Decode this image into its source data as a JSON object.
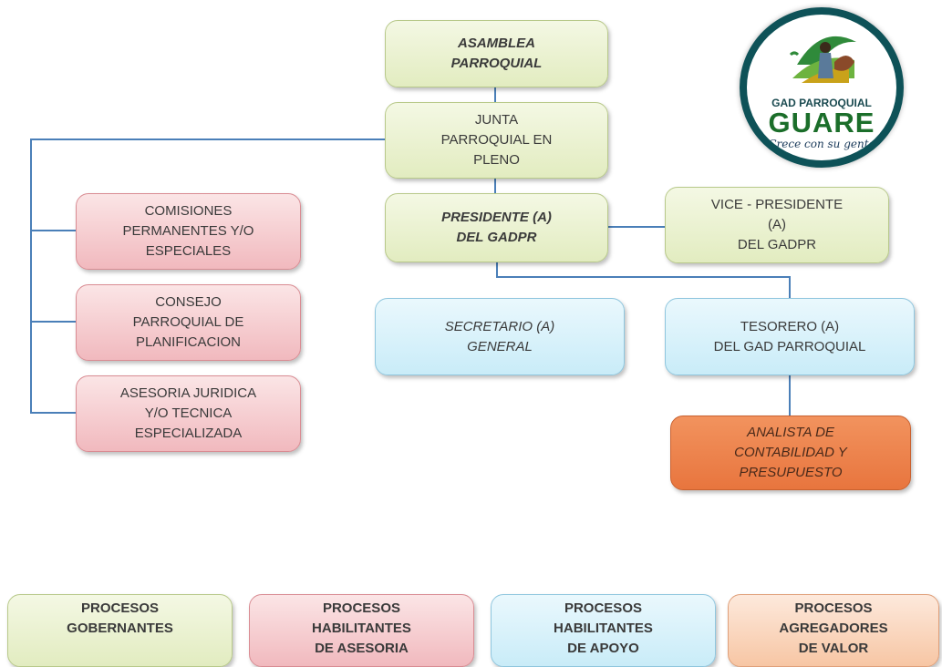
{
  "logo": {
    "line1": "GAD PARROQUIAL",
    "line2": "GUARE",
    "line3": "¡Crece con su gente!"
  },
  "nodes": {
    "asamblea": "ASAMBLEA\nPARROQUIAL",
    "junta": "JUNTA\nPARROQUIAL EN\nPLENO",
    "presidente": "PRESIDENTE (A)\nDEL GADPR",
    "vicepresidente": "VICE - PRESIDENTE\n(A)\nDEL GADPR",
    "comisiones": "COMISIONES\nPERMANENTES Y/O\nESPECIALES",
    "consejo": "CONSEJO\nPARROQUIAL DE\nPLANIFICACION",
    "asesoria": "ASESORIA JURIDICA\nY/O TECNICA\nESPECIALIZADA",
    "secretario": "SECRETARIO (A)\nGENERAL",
    "tesorero": "TESORERO (A)\nDEL GAD PARROQUIAL",
    "analista": "ANALISTA DE\nCONTABILIDAD Y\nPRESUPUESTO"
  },
  "legend": {
    "gobernantes": "PROCESOS\nGOBERNANTES",
    "asesoria": "PROCESOS\nHABILITANTES\nDE ASESORIA",
    "apoyo": "PROCESOS\nHABILITANTES\nDE APOYO",
    "valor": "PROCESOS\nAGREGADORES\nDE VALOR"
  },
  "colors": {
    "connector": "#4a7fb8",
    "gobernantes": "#e2ecc0",
    "asesoria": "#f1b9be",
    "apoyo": "#c9ecf8",
    "valor": "#e8753e"
  }
}
